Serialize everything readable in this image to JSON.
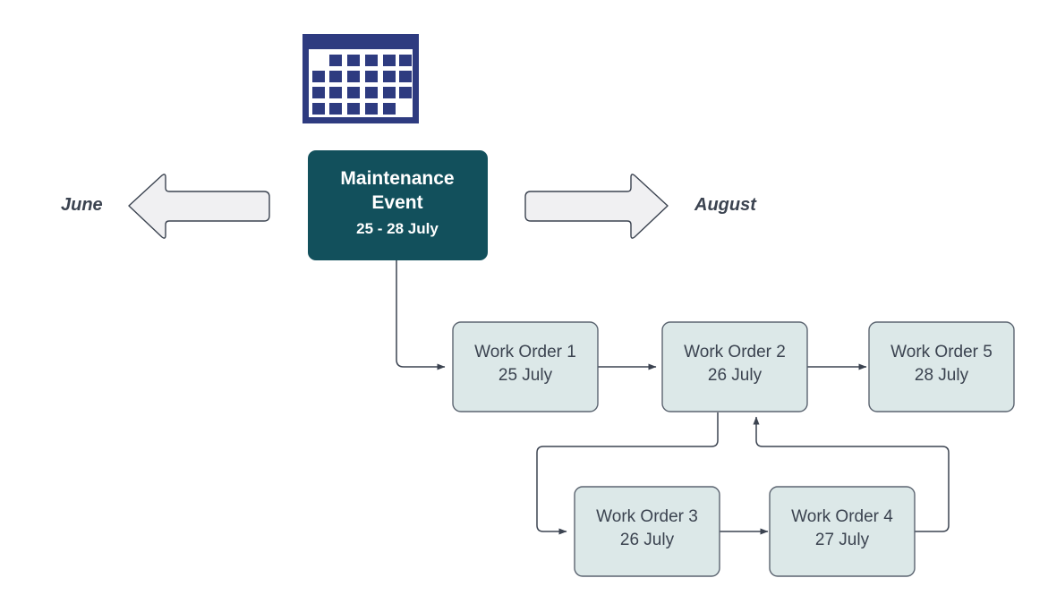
{
  "diagram": {
    "type": "flowchart",
    "title_icon": "calendar-icon",
    "colors": {
      "event_fill": "#12505c",
      "event_text": "#ffffff",
      "node_fill": "#dce8e8",
      "node_stroke": "#5b6470",
      "node_text": "#3b4350",
      "arrow_fill": "#f0f0f2",
      "arrow_stroke": "#3b4350",
      "connector": "#3b4350",
      "calendar_navy": "#2e3b80",
      "month_text": "#3b4350",
      "background": "#ffffff"
    },
    "timeline": {
      "previous_month_label": "June",
      "next_month_label": "August",
      "previous_arrow_icon": "arrow-left-icon",
      "next_arrow_icon": "arrow-right-icon"
    },
    "event": {
      "title_line1": "Maintenance",
      "title_line2": "Event",
      "dates": "25 - 28 July"
    },
    "work_orders": [
      {
        "id": "wo1",
        "name": "Work Order 1",
        "date": "25 July"
      },
      {
        "id": "wo2",
        "name": "Work Order 2",
        "date": "26 July"
      },
      {
        "id": "wo5",
        "name": "Work Order 5",
        "date": "28 July"
      },
      {
        "id": "wo3",
        "name": "Work Order 3",
        "date": "26 July"
      },
      {
        "id": "wo4",
        "name": "Work Order 4",
        "date": "27 July"
      }
    ],
    "connections": [
      {
        "from": "Maintenance Event",
        "to": "Work Order 1"
      },
      {
        "from": "Work Order 1",
        "to": "Work Order 2"
      },
      {
        "from": "Work Order 2",
        "to": "Work Order 5"
      },
      {
        "from": "Work Order 2",
        "to": "Work Order 3"
      },
      {
        "from": "Work Order 3",
        "to": "Work Order 4"
      },
      {
        "from": "Work Order 4",
        "to": "Work Order 2"
      }
    ]
  }
}
